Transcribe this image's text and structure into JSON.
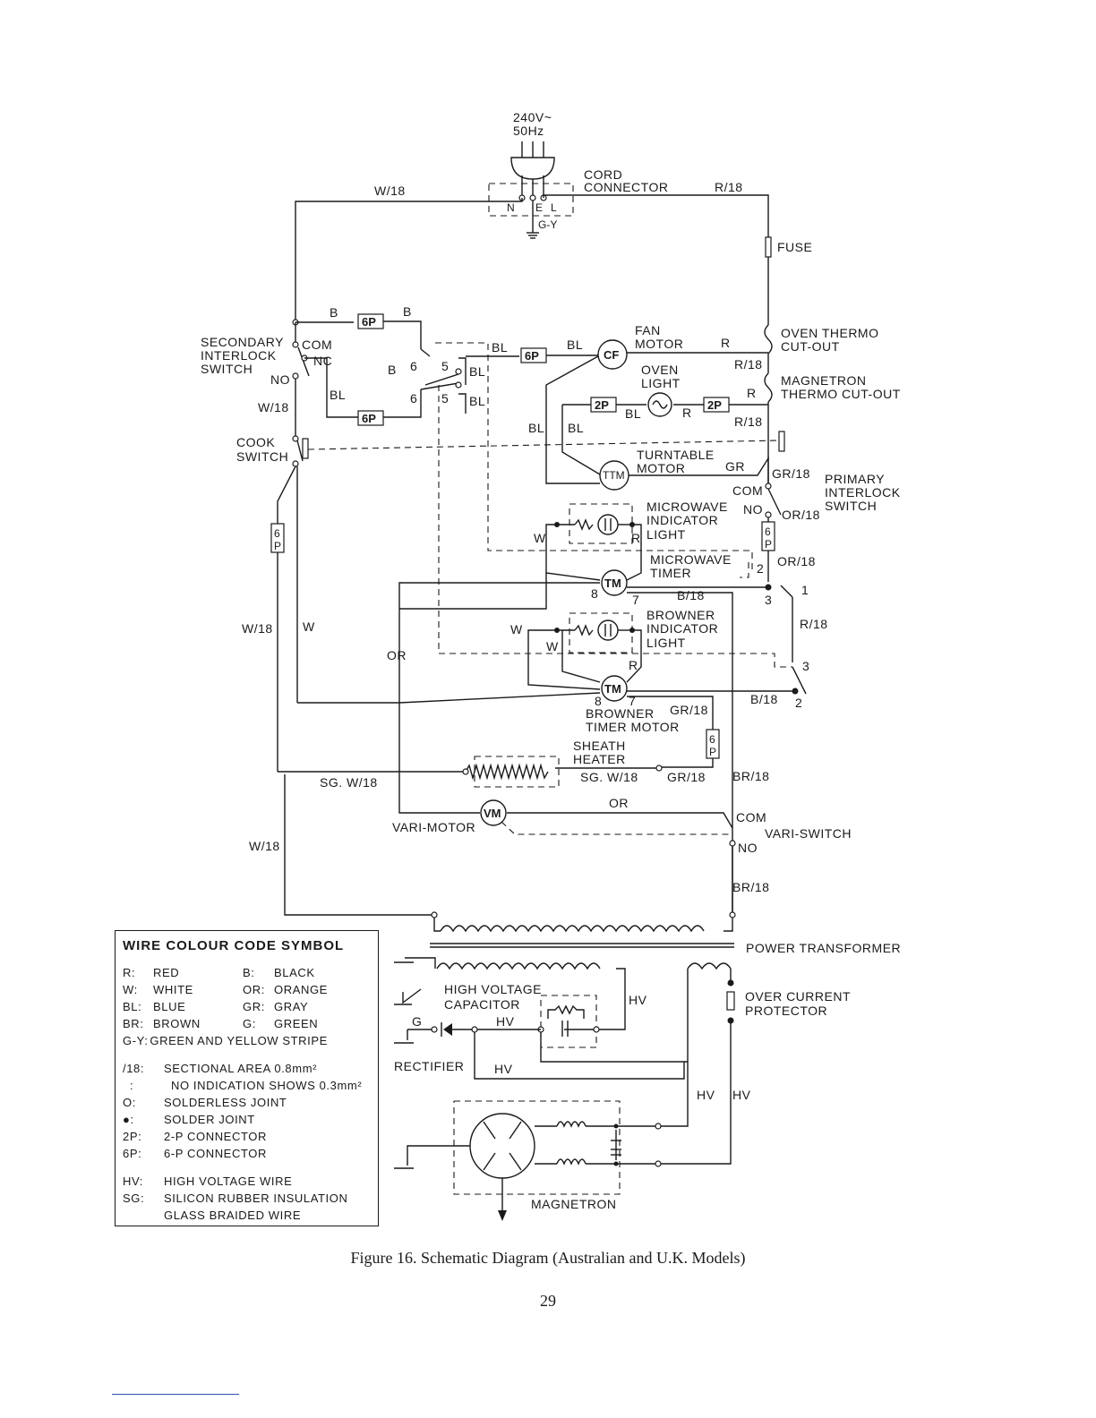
{
  "supply": {
    "voltage": "240V~",
    "frequency": "50Hz"
  },
  "labels": {
    "cord_connector": [
      "CORD",
      "CONNECTOR"
    ],
    "terminals": [
      "N",
      "E",
      "L"
    ],
    "ground_wire": "G-Y",
    "fuse": "FUSE",
    "oven_thermo": [
      "OVEN THERMO",
      "CUT-OUT"
    ],
    "magnetron_thermo": [
      "MAGNETRON",
      "THERMO CUT-OUT"
    ],
    "fan_motor": [
      "FAN",
      "MOTOR"
    ],
    "oven_light": [
      "OVEN",
      "LIGHT"
    ],
    "turntable_motor": [
      "TURNTABLE",
      "MOTOR"
    ],
    "secondary_interlock": [
      "SECONDARY",
      "INTERLOCK",
      "SWITCH"
    ],
    "cook_switch": [
      "COOK",
      "SWITCH"
    ],
    "primary_interlock": [
      "PRIMARY",
      "INTERLOCK",
      "SWITCH"
    ],
    "microwave_indicator": [
      "MICROWAVE",
      "INDICATOR",
      "LIGHT"
    ],
    "microwave_timer": [
      "MICROWAVE",
      "TIMER"
    ],
    "browner_indicator": [
      "BROWNER",
      "INDICATOR",
      "LIGHT"
    ],
    "browner_timer": [
      "BROWNER",
      "TIMER MOTOR"
    ],
    "sheath_heater": [
      "SHEATH",
      "HEATER"
    ],
    "vari_motor": "VARI-MOTOR",
    "vari_switch": "VARI-SWITCH",
    "power_transformer": "POWER TRANSFORMER",
    "hv_capacitor": [
      "HIGH VOLTAGE",
      "CAPACITOR"
    ],
    "over_current": [
      "OVER CURRENT",
      "PROTECTOR"
    ],
    "rectifier": "RECTIFIER",
    "magnetron": "MAGNETRON",
    "component_codes": {
      "cf": "CF",
      "ttm": "TTM",
      "tm": "TM",
      "vm": "VM",
      "c6p": "6P",
      "c2p": "2P"
    },
    "contacts": {
      "com": "COM",
      "nc": "NC",
      "no": "NO",
      "n5": "5",
      "n6": "6",
      "n7": "7",
      "n8": "8",
      "n1": "1",
      "n2": "2",
      "n3": "3"
    },
    "hv": "HV",
    "g": "G"
  },
  "wires": {
    "w18": "W/18",
    "r18": "R/18",
    "b": "B",
    "bl": "BL",
    "r": "R",
    "gr": "GR",
    "gr18": "GR/18",
    "or18": "OR/18",
    "w": "W",
    "or": "OR",
    "b18": "B/18",
    "br18": "BR/18",
    "sgw18": "SG. W/18"
  },
  "legend": {
    "title": "WIRE COLOUR CODE SYMBOL",
    "colors": [
      [
        "R:",
        "RED",
        "B:",
        "BLACK"
      ],
      [
        "W:",
        "WHITE",
        "OR:",
        "ORANGE"
      ],
      [
        "BL:",
        "BLUE",
        "GR:",
        "GRAY"
      ],
      [
        "BR:",
        "BROWN",
        "G:",
        "GREEN"
      ]
    ],
    "gy": [
      "G-Y:",
      "GREEN AND YELLOW STRIPE"
    ],
    "symbols": [
      [
        "/18:",
        "SECTIONAL AREA 0.8mm²"
      ],
      [
        ":",
        "NO INDICATION SHOWS 0.3mm²"
      ],
      [
        "O:",
        "SOLDERLESS JOINT"
      ],
      [
        "●:",
        "SOLDER JOINT"
      ],
      [
        "2P:",
        "2-P CONNECTOR"
      ],
      [
        "6P:",
        "6-P CONNECTOR"
      ]
    ],
    "insulation": [
      [
        "HV:",
        "HIGH VOLTAGE WIRE"
      ],
      [
        "SG:",
        "SILICON RUBBER INSULATION"
      ],
      [
        "",
        "GLASS BRAIDED WIRE"
      ]
    ]
  },
  "caption": "Figure 16.  Schematic Diagram (Australian and U.K. Models)",
  "page_number": "29"
}
